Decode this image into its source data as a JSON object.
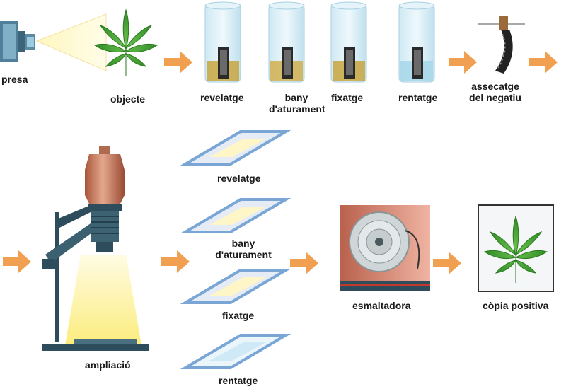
{
  "labels": {
    "presa": "presa",
    "objecte": "objecte",
    "top_revelatge": "revelatge",
    "top_bany_1": "bany",
    "top_bany_2": "d'aturament",
    "top_fixatge": "fixatge",
    "top_rentatge": "rentatge",
    "assecatge_1": "assecatge",
    "assecatge_2": "del negatiu",
    "bottom_revelatge": "revelatge",
    "bottom_bany_1": "bany",
    "bottom_bany_2": "d'aturament",
    "bottom_fixatge": "fixatge",
    "bottom_rentatge": "rentatge",
    "ampliacio": "ampliació",
    "esmaltadora": "esmaltadora",
    "copia": "còpia positiva"
  },
  "colors": {
    "arrow": "#f0a050",
    "leaf": "#3f9a2e",
    "developer_liquid": "#c9a640",
    "wash_liquid": "#a8d8ea",
    "tray_frame": "#7aa6d6",
    "enlarger_head": "#d48a6a",
    "enlarger_frame": "#2e4d5c",
    "light_beam": "#fff4a0",
    "dryer_body": "#e79b86"
  }
}
